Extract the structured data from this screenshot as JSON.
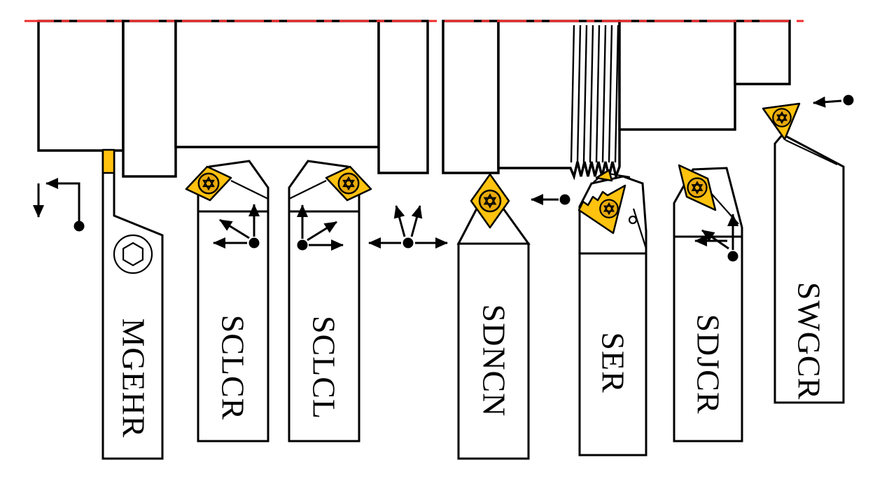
{
  "colors": {
    "insert_fill": "#FFC20E",
    "screw_fill": "#E8A90C",
    "centerline_red": "#F02B2B",
    "outline_black": "#000000"
  },
  "icons": {
    "screw": "torx-star-icon",
    "socket": "hex-socket-icon",
    "arrow": "feed-direction-arrow"
  },
  "tools": [
    {
      "id": "mgehr",
      "label": "MGEHR"
    },
    {
      "id": "sclcr",
      "label": "SCLCR"
    },
    {
      "id": "sclcl",
      "label": "SCLCL"
    },
    {
      "id": "sdncn",
      "label": "SDNCN"
    },
    {
      "id": "ser",
      "label": "SER"
    },
    {
      "id": "sdjcr",
      "label": "SDJCR"
    },
    {
      "id": "swgcr",
      "label": "SWGCR"
    }
  ]
}
